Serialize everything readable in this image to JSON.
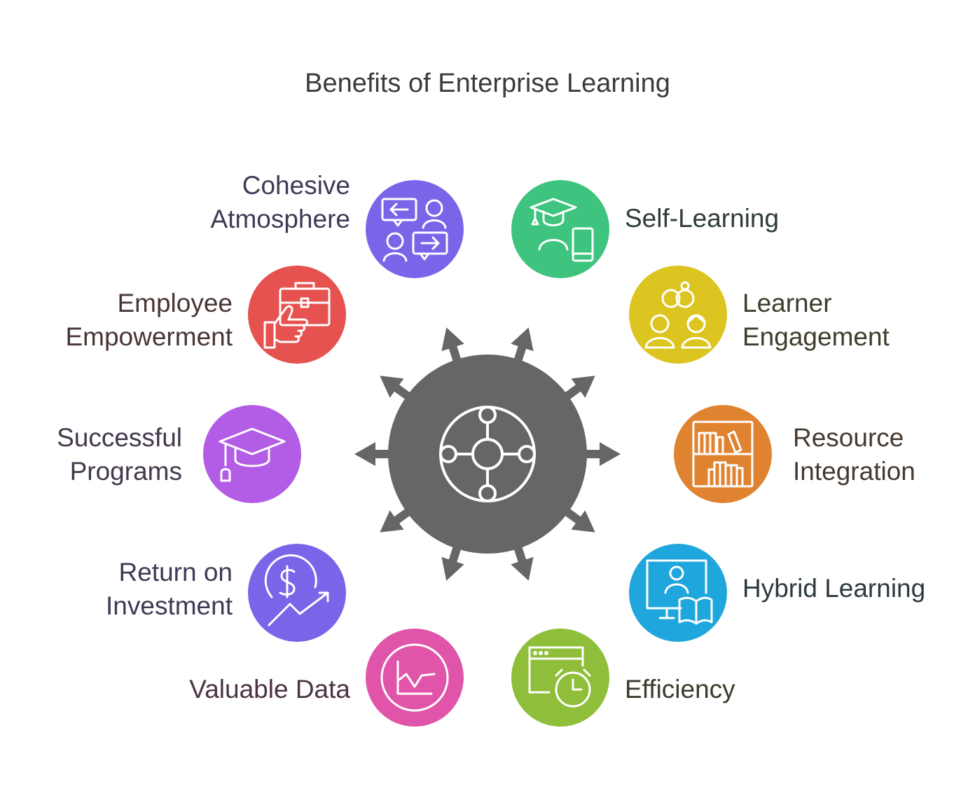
{
  "title": "Benefits of Enterprise Learning",
  "center": {
    "icon": "network-hub-icon",
    "color": "#666666"
  },
  "benefits": [
    {
      "id": "cohesive-atmosphere",
      "lines": [
        "Cohesive",
        "Atmosphere"
      ],
      "color": "#7b64e8",
      "icon": "conversation-icon",
      "text_color": "#3d3b55"
    },
    {
      "id": "self-learning",
      "lines": [
        "Self-Learning"
      ],
      "color": "#3ec47f",
      "icon": "graduate-mobile-icon",
      "text_color": "#2f3d36"
    },
    {
      "id": "employee-empowerment",
      "lines": [
        "Employee",
        "Empowerment"
      ],
      "color": "#e5524f",
      "icon": "briefcase-thumbsup-icon",
      "text_color": "#4a3535"
    },
    {
      "id": "learner-engagement",
      "lines": [
        "Learner",
        "Engagement"
      ],
      "color": "#dcc520",
      "icon": "group-learners-icon",
      "text_color": "#3f3d2a"
    },
    {
      "id": "successful-programs",
      "lines": [
        "Successful",
        "Programs"
      ],
      "color": "#b35ce5",
      "icon": "mortarboard-icon",
      "text_color": "#43384d"
    },
    {
      "id": "resource-integration",
      "lines": [
        "Resource",
        "Integration"
      ],
      "color": "#e08331",
      "icon": "bookshelf-icon",
      "text_color": "#463a30"
    },
    {
      "id": "return-on-investment",
      "lines": [
        "Return on",
        "Investment"
      ],
      "color": "#7b64e8",
      "icon": "dollar-growth-icon",
      "text_color": "#3d3b55"
    },
    {
      "id": "hybrid-learning",
      "lines": [
        "Hybrid Learning"
      ],
      "color": "#1fa6dc",
      "icon": "monitor-book-icon",
      "text_color": "#2d3a40"
    },
    {
      "id": "valuable-data",
      "lines": [
        "Valuable Data"
      ],
      "color": "#e055a9",
      "icon": "line-chart-icon",
      "text_color": "#4a3343"
    },
    {
      "id": "efficiency",
      "lines": [
        "Efficiency"
      ],
      "color": "#8fbf3a",
      "icon": "browser-clock-icon",
      "text_color": "#383d2c"
    }
  ]
}
